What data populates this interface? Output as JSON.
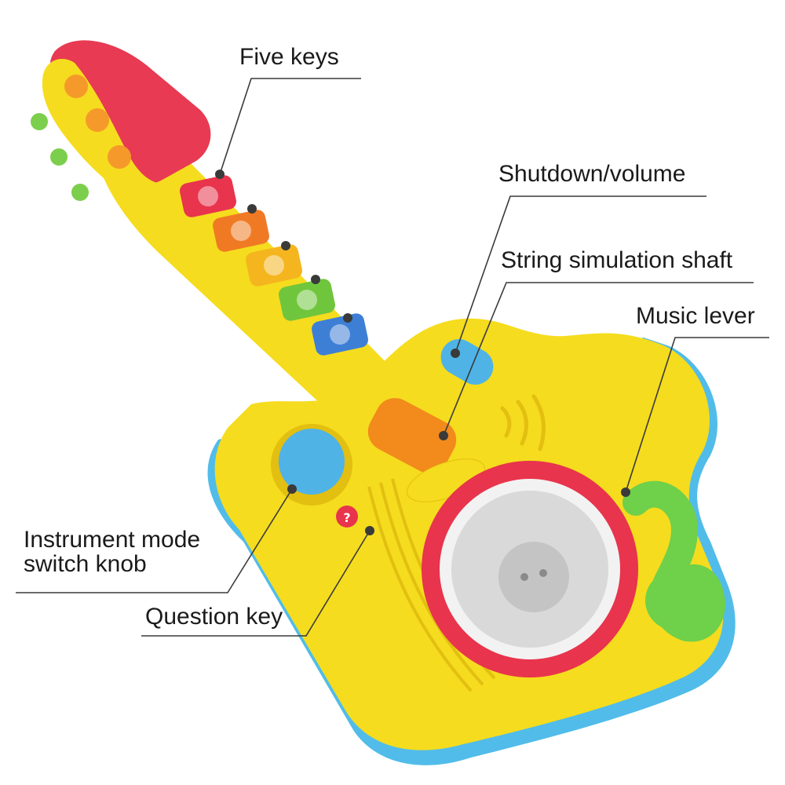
{
  "image": {
    "subject": "toy-guitar",
    "colors": {
      "body": "#f5dc1e",
      "body_shadow": "#e2bf10",
      "head": "#e83a52",
      "base_edge": "#48b8e8",
      "tuning_pegs": "#7ccf4c",
      "head_buttons": "#f59a2a",
      "knob": "#4fb3e6",
      "drum_rim": "#e8344c",
      "drum_face": "#d9d9d9",
      "music_lever": "#6fd04a",
      "roller": "#f28a1c",
      "leader_line": "#3a3a3a"
    },
    "keys": [
      {
        "color": "#e8344c"
      },
      {
        "color": "#f07a24"
      },
      {
        "color": "#f5b51e"
      },
      {
        "color": "#6fc63c"
      },
      {
        "color": "#3e7fd6"
      }
    ]
  },
  "callouts": {
    "five_keys": "Five keys",
    "shutdown_volume": "Shutdown/volume",
    "string_shaft": "String simulation shaft",
    "music_lever": "Music lever",
    "mode_knob_line1": "Instrument mode",
    "mode_knob_line2": "switch knob",
    "question_key": "Question key"
  }
}
